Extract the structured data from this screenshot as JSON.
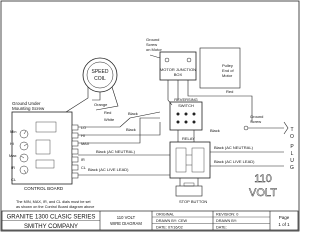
{
  "labels": {
    "speed_coil": [
      "SPEED",
      "COIL"
    ],
    "ground_under_screw": [
      "Ground Under",
      "Mounting Screw"
    ],
    "control_board": "CONTROL BOARD",
    "tabs": [
      "LO",
      "HI",
      "MAX",
      "IR",
      "CL"
    ],
    "knob_labels": [
      "Min",
      "Hi",
      "Max",
      "IR",
      "CL"
    ],
    "ground_screw_motor": [
      "Ground",
      "Screw",
      "on Motor"
    ],
    "motor_junction_box": [
      "MOTOR JUNCTION",
      "BOX"
    ],
    "pulley_end": [
      "Pulley",
      "End of",
      "Motor"
    ],
    "reversing_switch": [
      "REVERSING",
      "SWITCH"
    ],
    "relay": "RELAY",
    "stop_button": "STOP BUTTON",
    "ground_screw_right": [
      "Ground",
      "Screw"
    ],
    "plug": [
      "T",
      "O",
      "P",
      "L",
      "U",
      "G"
    ],
    "volt_big": [
      "110",
      "VOLT"
    ],
    "note": [
      "The MIN, MAX, IR, and CL dials must be set",
      "as shown on the Control Board diagram above"
    ]
  },
  "wires": {
    "orange": "Orange",
    "red": "Red",
    "white": "White",
    "black": "Black",
    "black_ac_neutral": "Black (AC NEUTRAL)",
    "black_ac_live": "Black (AC LIVE LEAD)"
  },
  "title_block": {
    "title_line1": "GRANITE 1300 CLASIC SERIES",
    "title_line2": "SMITHY COMPANY",
    "diagram_line1": "110 VOLT",
    "diagram_line2": "WIRE DIAGRAM",
    "original": "ORIGINAL",
    "drawn_by": "DRAWN BY: CEW",
    "date": "DATE: 07/16/02",
    "revision": "REVISION: 0",
    "rev_drawn_by": "DRAWN BY:",
    "rev_date": "DATE:",
    "page": "Page",
    "page_of": "1 of 1"
  }
}
